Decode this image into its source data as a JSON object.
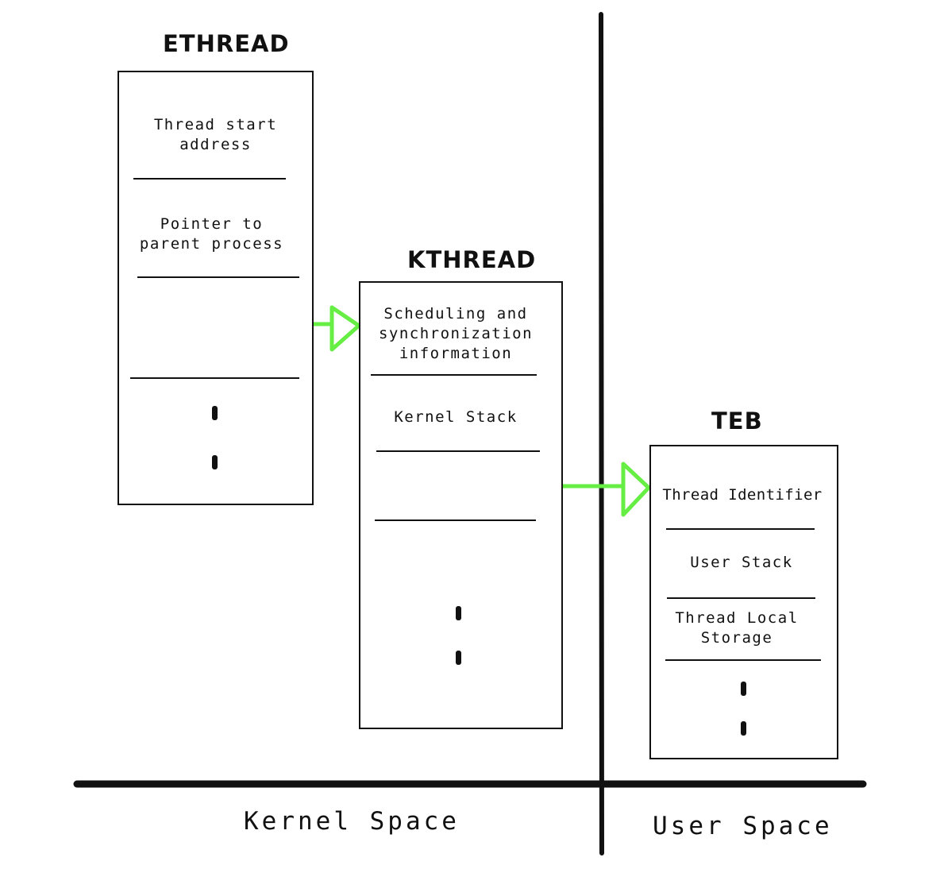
{
  "ethread": {
    "title": "ETHREAD",
    "fields": [
      "Thread start\naddress",
      "Pointer to\nparent process"
    ]
  },
  "kthread": {
    "title": "KTHREAD",
    "fields": [
      "Scheduling and\nsynchronization\ninformation",
      "Kernel Stack"
    ]
  },
  "teb": {
    "title": "TEB",
    "fields": [
      "Thread Identifier",
      "User Stack",
      "Thread Local\nStorage"
    ]
  },
  "regions": {
    "kernel": "Kernel Space",
    "user": "User Space"
  },
  "colors": {
    "arrow": "#66ee44",
    "ink": "#111111"
  }
}
